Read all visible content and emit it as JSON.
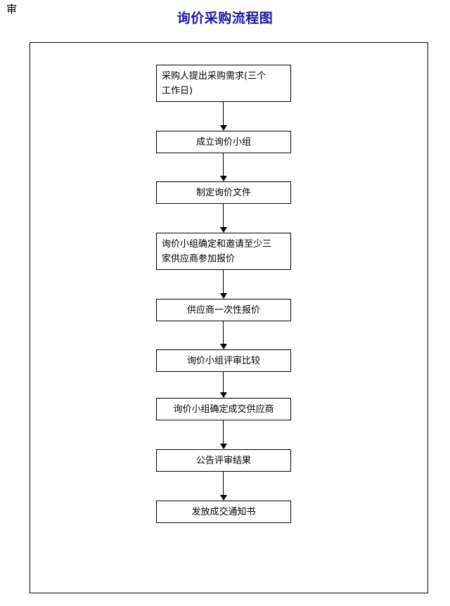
{
  "page": {
    "corner_mark": "审",
    "title": "询价采购流程图",
    "title_color": "#1818a8",
    "background_color": "#ffffff",
    "border_color": "#000000"
  },
  "chart_data": {
    "type": "diagram",
    "diagram_kind": "flowchart",
    "title": "询价采购流程图",
    "orientation": "top-to-bottom",
    "node_shape": "rectangle",
    "connector_style": "straight-line-with-arrowhead",
    "nodes": [
      {
        "id": "n1",
        "label": "采购人提出采购需求(三个\n工作日)",
        "lines": 2,
        "align": "left"
      },
      {
        "id": "n2",
        "label": "成立询价小组",
        "lines": 1,
        "align": "center"
      },
      {
        "id": "n3",
        "label": "制定询价文件",
        "lines": 1,
        "align": "center"
      },
      {
        "id": "n4",
        "label": "询价小组确定和邀请至少三\n家供应商参加报价",
        "lines": 2,
        "align": "left"
      },
      {
        "id": "n5",
        "label": "供应商一次性报价",
        "lines": 1,
        "align": "center"
      },
      {
        "id": "n6",
        "label": "询价小组评审比较",
        "lines": 1,
        "align": "center"
      },
      {
        "id": "n7",
        "label": "询价小组确定成交供应商",
        "lines": 1,
        "align": "center"
      },
      {
        "id": "n8",
        "label": "公告评审结果",
        "lines": 1,
        "align": "center"
      },
      {
        "id": "n9",
        "label": "发放成交通知书",
        "lines": 1,
        "align": "center"
      }
    ],
    "edges": [
      {
        "from": "n1",
        "to": "n2"
      },
      {
        "from": "n2",
        "to": "n3"
      },
      {
        "from": "n3",
        "to": "n4"
      },
      {
        "from": "n4",
        "to": "n5"
      },
      {
        "from": "n5",
        "to": "n6"
      },
      {
        "from": "n6",
        "to": "n7"
      },
      {
        "from": "n7",
        "to": "n8"
      },
      {
        "from": "n8",
        "to": "n9"
      }
    ]
  },
  "geometry": {
    "node_tops": [
      92,
      186,
      258,
      331,
      425,
      497,
      566,
      639,
      712
    ],
    "node_heights": [
      53,
      32,
      32,
      53,
      32,
      32,
      32,
      32,
      32
    ]
  }
}
